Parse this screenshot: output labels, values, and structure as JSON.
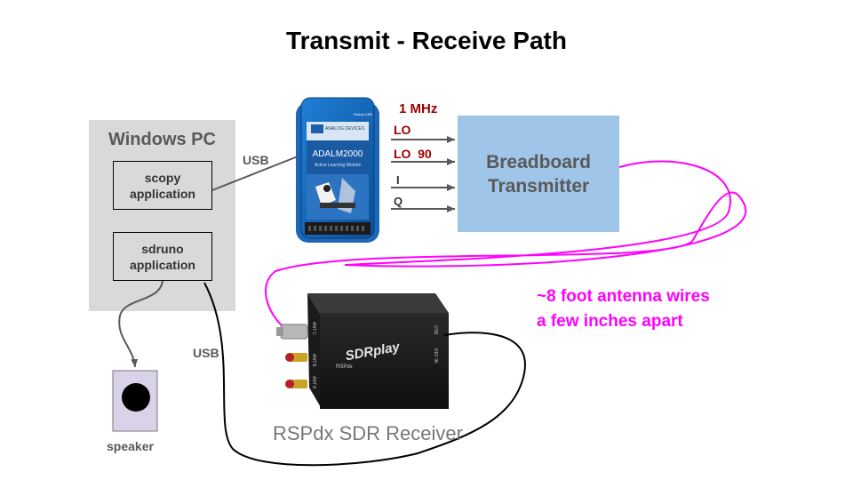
{
  "title": "Transmit - Receive Path",
  "pc": {
    "title": "Windows PC",
    "scopy": [
      "scopy",
      "application"
    ],
    "sdruno": [
      "sdruno",
      "application"
    ]
  },
  "usb_top": "USB",
  "usb_bottom": "USB",
  "adalm": {
    "brand": "ANALOG DEVICES",
    "model": "ADALM2000",
    "subtitle": "Active Learning Module",
    "status": "Ready  USB"
  },
  "signals": {
    "freq": "1 MHz",
    "lo": "LO",
    "lo90": "LO  90",
    "i": "I",
    "q": "Q"
  },
  "transmitter": [
    "Breadboard",
    "Transmitter"
  ],
  "antenna_note": [
    "~8 foot antenna wires",
    "a few inches apart"
  ],
  "rsp": {
    "brand": "SDRplay",
    "model": "RSPdx",
    "ports": [
      "ANT C",
      "ANT B",
      "ANT A"
    ],
    "rear": [
      "USB",
      "REF IN"
    ],
    "label": "RSPdx SDR Receiver"
  },
  "speaker": "speaker",
  "colors": {
    "pc_bg": "#d9d9d9",
    "tx_bg": "#9fc5e8",
    "signal_red": "#990000",
    "antenna": "#ff00ff",
    "adalm_blue": "#1e73c8"
  }
}
